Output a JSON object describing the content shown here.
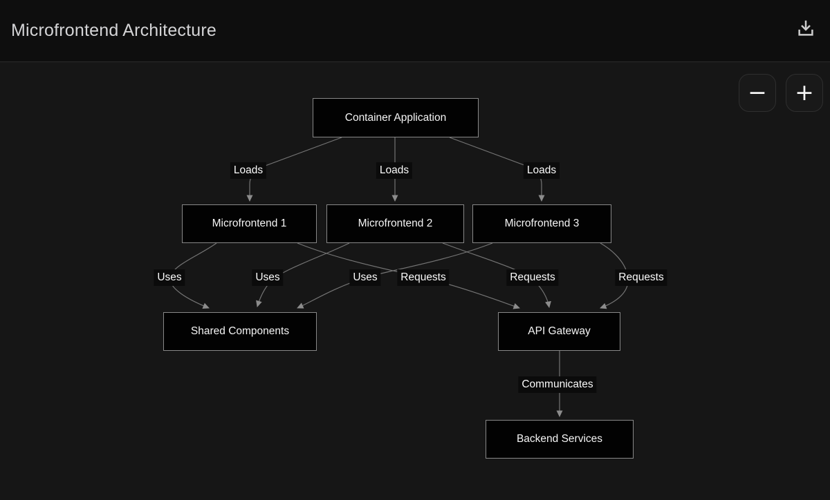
{
  "header": {
    "title": "Microfrontend Architecture",
    "download_icon": "download-icon"
  },
  "controls": {
    "zoom_out_label": "−",
    "zoom_in_label": "+"
  },
  "diagram": {
    "type": "flowchart",
    "nodes": [
      {
        "id": "container",
        "label": "Container Application"
      },
      {
        "id": "mf1",
        "label": "Microfrontend 1"
      },
      {
        "id": "mf2",
        "label": "Microfrontend 2"
      },
      {
        "id": "mf3",
        "label": "Microfrontend 3"
      },
      {
        "id": "shared",
        "label": "Shared Components"
      },
      {
        "id": "api",
        "label": "API Gateway"
      },
      {
        "id": "backend",
        "label": "Backend Services"
      }
    ],
    "edges": [
      {
        "from": "Container Application",
        "to": "Microfrontend 1",
        "label": "Loads"
      },
      {
        "from": "Container Application",
        "to": "Microfrontend 2",
        "label": "Loads"
      },
      {
        "from": "Container Application",
        "to": "Microfrontend 3",
        "label": "Loads"
      },
      {
        "from": "Microfrontend 1",
        "to": "Shared Components",
        "label": "Uses"
      },
      {
        "from": "Microfrontend 2",
        "to": "Shared Components",
        "label": "Uses"
      },
      {
        "from": "Microfrontend 3",
        "to": "Shared Components",
        "label": "Uses"
      },
      {
        "from": "Microfrontend 1",
        "to": "API Gateway",
        "label": "Requests"
      },
      {
        "from": "Microfrontend 2",
        "to": "API Gateway",
        "label": "Requests"
      },
      {
        "from": "Microfrontend 3",
        "to": "API Gateway",
        "label": "Requests"
      },
      {
        "from": "API Gateway",
        "to": "Backend Services",
        "label": "Communicates"
      }
    ]
  },
  "colors": {
    "header_bg": "#0e0e0e",
    "canvas_bg": "#161616",
    "node_bg": "#020202",
    "node_border": "#898989",
    "edge_stroke": "#757575",
    "arrow_fill": "#8c8c8c",
    "text": "#f5f5f5",
    "title": "#d4d4d6"
  }
}
